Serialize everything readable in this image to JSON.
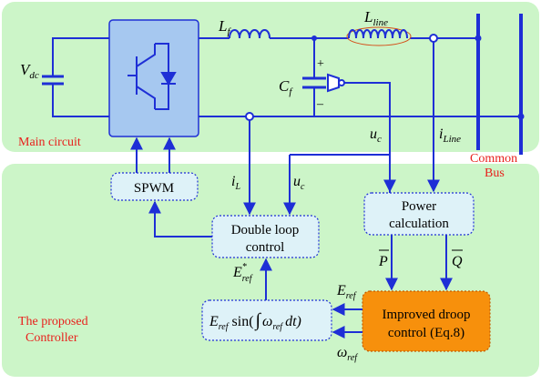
{
  "main_circuit": {
    "panel_label": "Main circuit",
    "labels": {
      "vdc": "V",
      "vdc_sub": "dc",
      "lf": "L",
      "lf_sub": "f",
      "cf": "C",
      "cf_sub": "f",
      "lline": "L",
      "lline_sub": "line",
      "plus": "+",
      "minus": "–",
      "uc": "u",
      "uc_sub": "c",
      "iline": "i",
      "iline_sub": "Line",
      "common_bus_line1": "Common",
      "common_bus_line2": "Bus"
    }
  },
  "controller": {
    "panel_label_line1": "The proposed",
    "panel_label_line2": "Controller",
    "blocks": {
      "spwm": "SPWM",
      "double_loop_line1": "Double loop",
      "double_loop_line2": "control",
      "power_calc_line1": "Power",
      "power_calc_line2": "calculation",
      "droop_line1": "Improved droop",
      "droop_line2": "control (Eq.8)",
      "eref_block": "E",
      "eref_block_sub": "ref",
      "eref_block_sin": "sin(",
      "eref_block_omega": "ω",
      "eref_block_omega_sub": "ref",
      "eref_block_dt": "dt)"
    },
    "signals": {
      "il": "i",
      "il_sub": "L",
      "uc": "u",
      "uc_sub": "c",
      "p": "P",
      "q": "Q",
      "eref": "E",
      "eref_sub": "ref",
      "estar": "E",
      "estar_sup": "*",
      "estar_sub": "ref",
      "omega": "ω",
      "omega_sub": "ref"
    }
  },
  "colors": {
    "panel_green": "#ccf5c8",
    "wire_blue": "#1e2fd6",
    "inverter_blue": "#a6c8f0",
    "block_fill": "#def2f8",
    "droop_orange": "#f7900c",
    "label_red": "#e8201c",
    "inductor_line": "#d4501a"
  }
}
